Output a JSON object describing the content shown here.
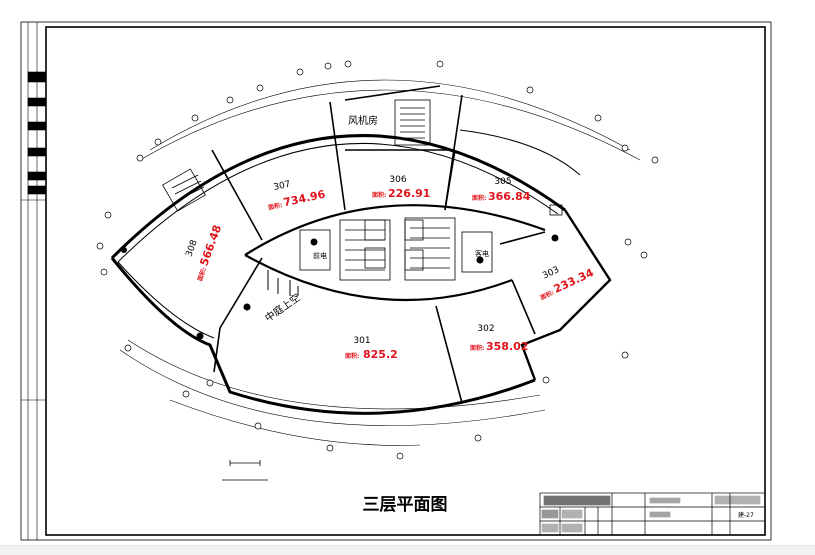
{
  "drawing": {
    "title": "三层平面图",
    "rooms": [
      {
        "id": "room-301",
        "number": "301",
        "area_label": "面积:",
        "area": "825.2"
      },
      {
        "id": "room-302",
        "number": "302",
        "area_label": "面积:",
        "area": "358.02"
      },
      {
        "id": "room-303",
        "number": "303",
        "area_label": "面积:",
        "area": "233.34"
      },
      {
        "id": "room-305",
        "number": "305",
        "area_label": "面积:",
        "area": "366.84"
      },
      {
        "id": "room-306",
        "number": "306",
        "area_label": "面积:",
        "area": "226.91"
      },
      {
        "id": "room-307",
        "number": "307",
        "area_label": "面积:",
        "area": "734.96"
      },
      {
        "id": "room-308",
        "number": "308",
        "area_label": "面积:",
        "area": "566.48"
      }
    ],
    "labels": {
      "fan_room": "风机房",
      "atrium": "中庭上空",
      "elevator_left": "前电",
      "elevator_right": "客电"
    },
    "title_block": {
      "drawing_no": "建-27"
    },
    "colors": {
      "line": "#000000",
      "area_text": "#e0141b",
      "background": "#ffffff"
    }
  }
}
